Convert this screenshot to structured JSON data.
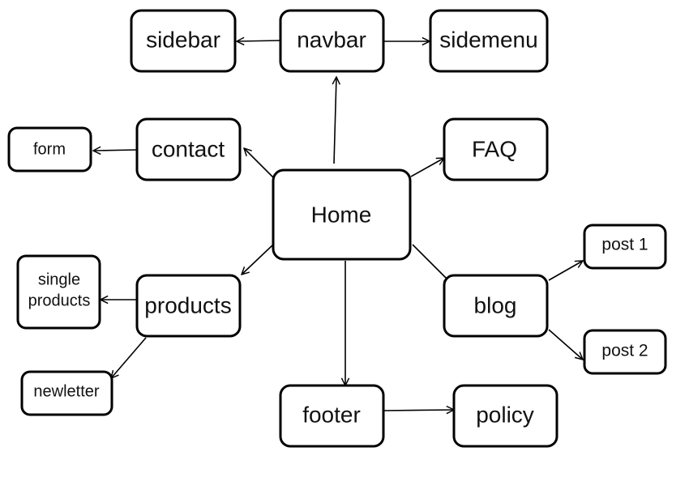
{
  "diagram": {
    "nodes": [
      {
        "id": "home",
        "label": "Home"
      },
      {
        "id": "navbar",
        "label": "navbar"
      },
      {
        "id": "sidebar",
        "label": "sidebar"
      },
      {
        "id": "sidemenu",
        "label": "sidemenu"
      },
      {
        "id": "contact",
        "label": "contact"
      },
      {
        "id": "form",
        "label": "form"
      },
      {
        "id": "faq",
        "label": "FAQ"
      },
      {
        "id": "products",
        "label": "products"
      },
      {
        "id": "single_products",
        "label_lines": [
          "single",
          "products"
        ]
      },
      {
        "id": "newletter",
        "label": "newletter"
      },
      {
        "id": "blog",
        "label": "blog"
      },
      {
        "id": "post1",
        "label": "post 1"
      },
      {
        "id": "post2",
        "label": "post 2"
      },
      {
        "id": "footer",
        "label": "footer"
      },
      {
        "id": "policy",
        "label": "policy"
      }
    ],
    "edges": [
      {
        "from": "home",
        "to": "navbar"
      },
      {
        "from": "navbar",
        "to": "sidebar"
      },
      {
        "from": "navbar",
        "to": "sidemenu"
      },
      {
        "from": "home",
        "to": "contact"
      },
      {
        "from": "contact",
        "to": "form"
      },
      {
        "from": "home",
        "to": "faq"
      },
      {
        "from": "home",
        "to": "products"
      },
      {
        "from": "products",
        "to": "single_products"
      },
      {
        "from": "products",
        "to": "newletter"
      },
      {
        "from": "home",
        "to": "blog"
      },
      {
        "from": "blog",
        "to": "post1"
      },
      {
        "from": "blog",
        "to": "post2"
      },
      {
        "from": "home",
        "to": "footer"
      },
      {
        "from": "footer",
        "to": "policy"
      }
    ]
  }
}
